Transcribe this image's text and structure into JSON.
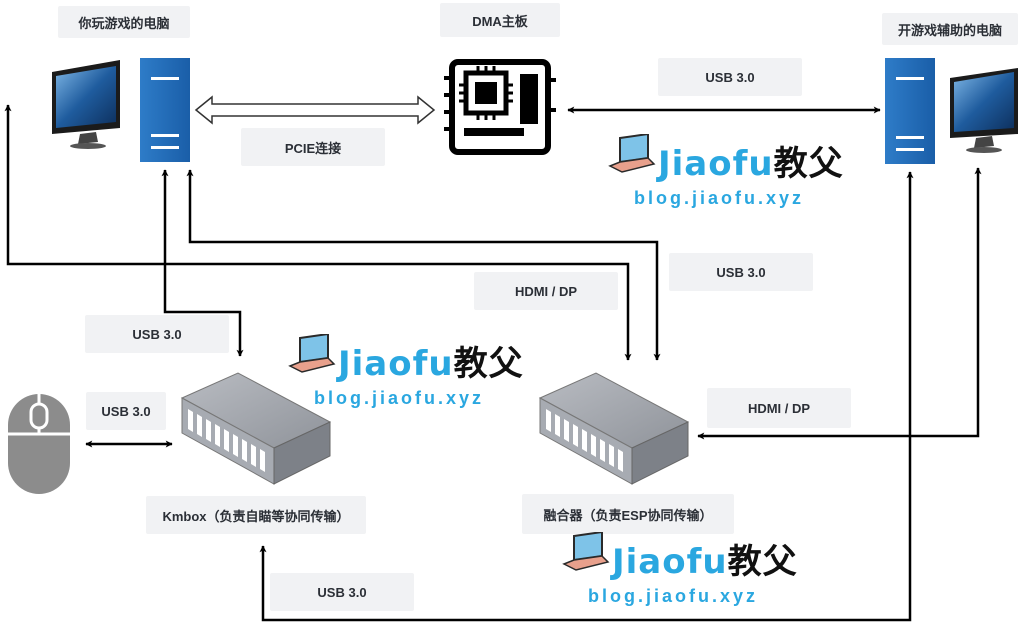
{
  "nodes": {
    "gaming_pc": "你玩游戏的电脑",
    "dma_board": "DMA主板",
    "cheat_pc": "开游戏辅助的电脑",
    "kmbox": "Kmbox（负责自瞄等协同传输）",
    "fuser": "融合器（负责ESP协同传输）"
  },
  "connections": {
    "pcie": "PCIE连接",
    "usb_dma_cheat": "USB 3.0",
    "usb_kmbox_gaming": "USB 3.0",
    "usb_mouse": "USB 3.0",
    "hdmi_gaming_fuser": "HDMI / DP",
    "usb_gaming_fuser": "USB 3.0",
    "hdmi_fuser_cheat": "HDMI / DP",
    "usb_cheat_kmbox": "USB 3.0"
  },
  "watermark": {
    "brand": "Jiaofu",
    "brand_cn": "教父",
    "url": "blog.jiaofu.xyz"
  }
}
